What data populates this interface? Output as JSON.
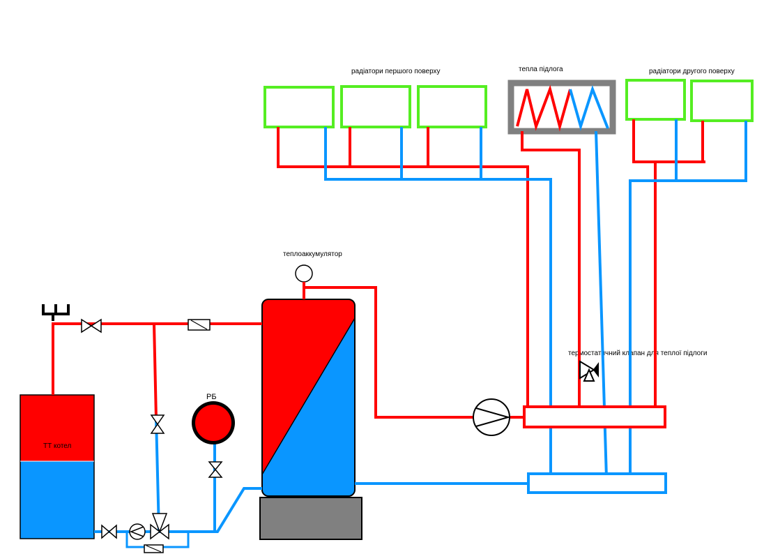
{
  "labels": {
    "floor1_radiators": "радіатори першого поверху",
    "warm_floor": "тепла підлога",
    "floor2_radiators": "радіатори другого поверху",
    "accumulator": "теплоаккумулятор",
    "thermo_valve": "термостатичний клапан для теплої підлоги",
    "expansion_tank": "РБ",
    "boiler": "ТТ котел"
  },
  "colors": {
    "hot": "#ff0000",
    "cold": "#0a96ff",
    "radiator_border": "#55ee22",
    "floor_frame": "#808080",
    "base": "#808080",
    "symbol": "#000000"
  }
}
